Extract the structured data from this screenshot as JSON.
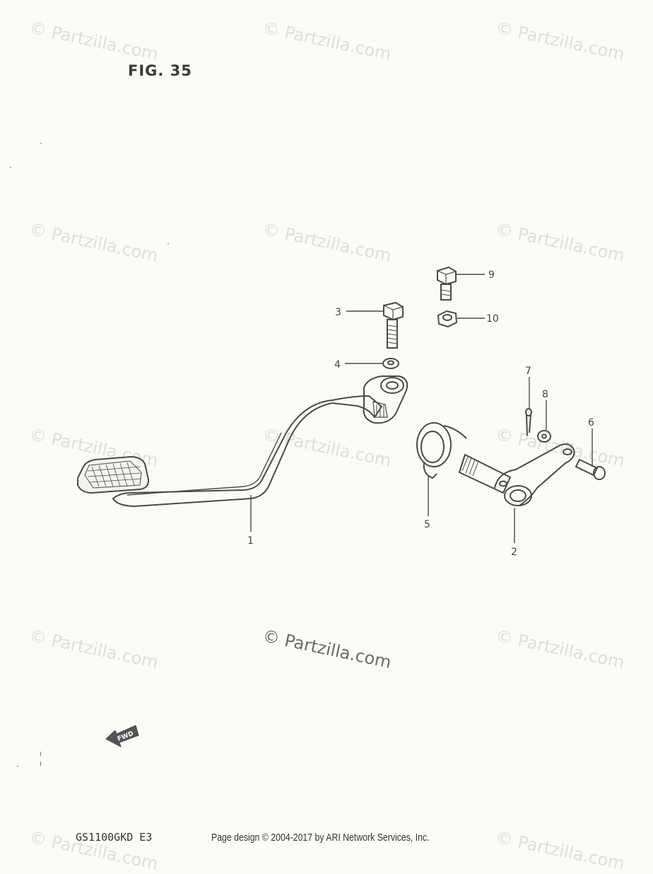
{
  "figure": {
    "title": "FIG. 35"
  },
  "watermark": {
    "text": "© Partzilla.com"
  },
  "callouts": [
    {
      "id": "1",
      "label": "1"
    },
    {
      "id": "2",
      "label": "2"
    },
    {
      "id": "3",
      "label": "3"
    },
    {
      "id": "4",
      "label": "4"
    },
    {
      "id": "5",
      "label": "5"
    },
    {
      "id": "6",
      "label": "6"
    },
    {
      "id": "7",
      "label": "7"
    },
    {
      "id": "8",
      "label": "8"
    },
    {
      "id": "9",
      "label": "9"
    },
    {
      "id": "10",
      "label": "10"
    }
  ],
  "direction_marker": {
    "label": "FWD"
  },
  "footer": {
    "model": "GS1100GKD E3",
    "copyright": "Page design © 2004-2017 by ARI Network Services, Inc."
  }
}
